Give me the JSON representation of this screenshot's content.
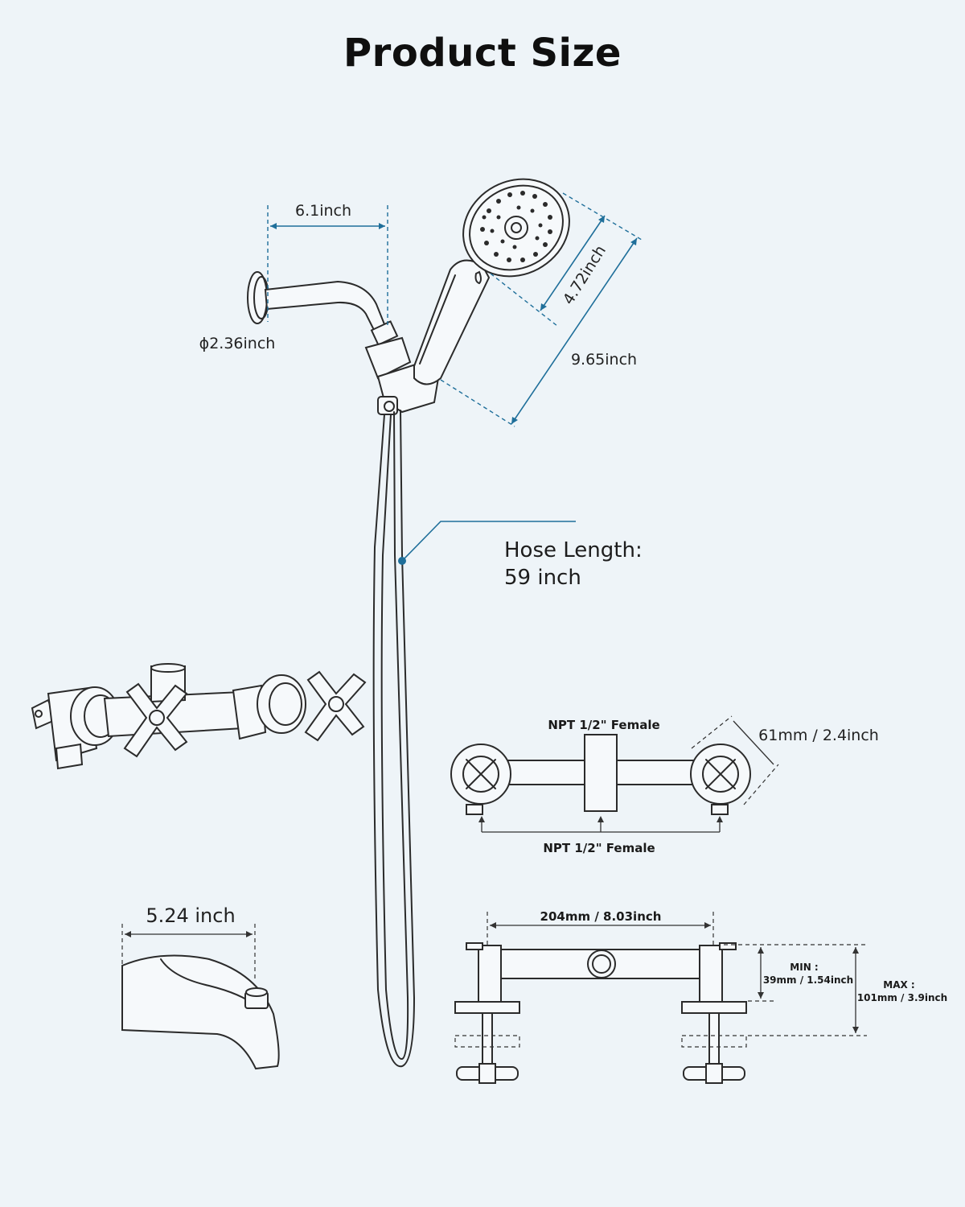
{
  "title": "Product Size",
  "shower_head": {
    "arm_length": "6.1inch",
    "flange_diameter": "ϕ2.36inch",
    "head_diameter": "4.72inch",
    "handheld_length": "9.65inch"
  },
  "hose": {
    "label": "Hose Length:",
    "value": "59 inch"
  },
  "valve_front": {
    "top_port": "NPT 1/2\" Female",
    "bottom_ports": "NPT 1/2\" Female",
    "handle_size": "61mm / 2.4inch"
  },
  "valve_top": {
    "width": "204mm / 8.03inch",
    "min_label": "MIN :",
    "min_value": "39mm / 1.54inch",
    "max_label": "MAX :",
    "max_value": "101mm / 3.9inch"
  },
  "spout": {
    "length": "5.24 inch"
  },
  "colors": {
    "background": "#eef4f8",
    "line": "#2b2b2b",
    "accent_blue": "#1f6f9a"
  }
}
